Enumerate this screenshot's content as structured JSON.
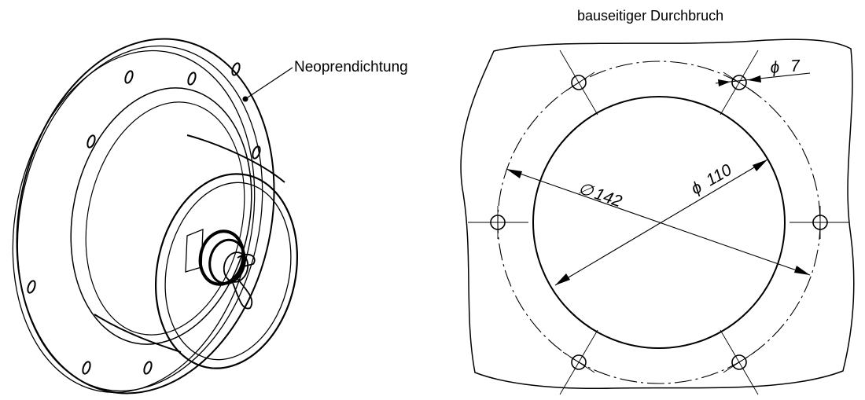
{
  "labels": {
    "gasket": "Neoprendichtung",
    "opening": "bauseitiger Durchbruch"
  },
  "dimensions": {
    "bolt_circle": "142",
    "cutout": "110",
    "hole": "7"
  },
  "symbols": {
    "diameter": "ϕ",
    "diameter_alt": "∅"
  },
  "colors": {
    "line": "#000000",
    "background": "#ffffff"
  }
}
